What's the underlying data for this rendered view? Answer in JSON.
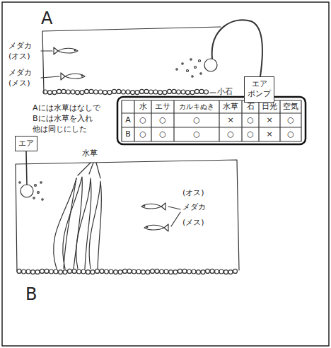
{
  "diagram": {
    "nodes": [
      {
        "text": [
          "エア ポンプ"
        ]
      },
      {
        "text": [
          "エア"
        ]
      }
    ],
    "labels": [
      "A",
      "メダカ (オス)",
      "メダカ (メス)",
      "小石",
      "Aには水草はなしで Bには水草を入れ 他は同じにした",
      "水",
      "エサ",
      "カルキぬき",
      "水草",
      "石",
      "日光",
      "空気",
      "A",
      "○",
      "○",
      "○",
      "×",
      "○",
      "×",
      "○",
      "B",
      "○",
      "○",
      "○",
      "○",
      "○",
      "×",
      "○",
      "水草",
      "(オス)",
      "メダカ",
      "(メス)",
      "B"
    ]
  }
}
